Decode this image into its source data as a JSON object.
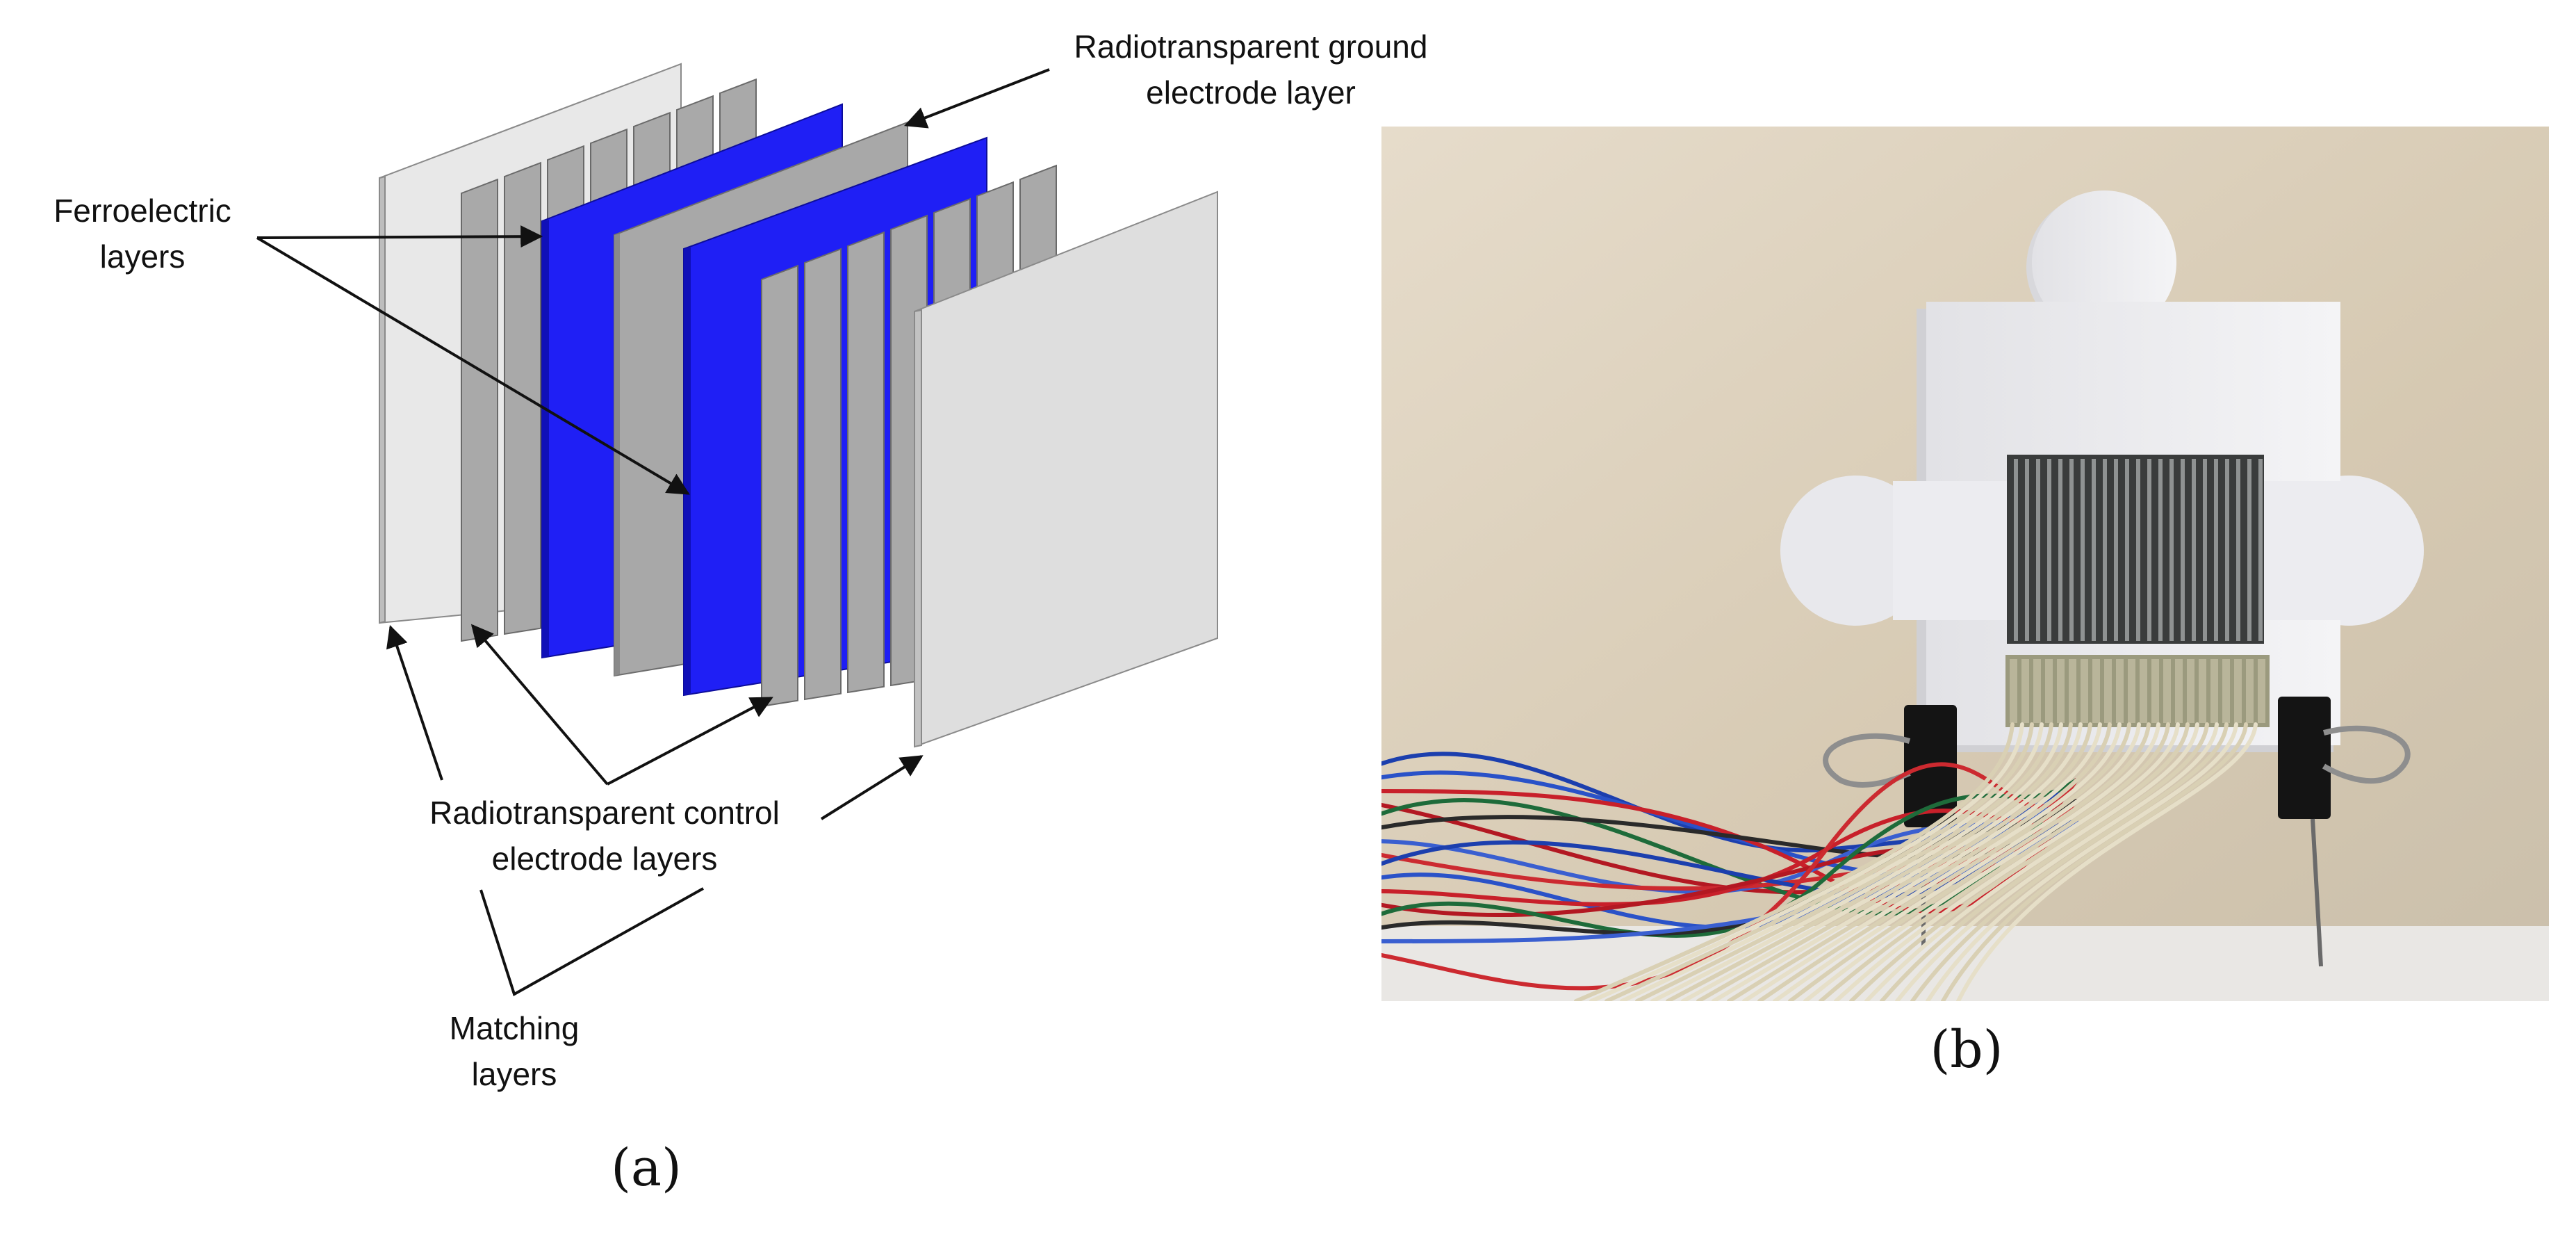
{
  "labels": {
    "ground_line1": "Radiotransparent ground",
    "ground_line2": "electrode layer",
    "ferro_line1": "Ferroelectric",
    "ferro_line2": "layers",
    "control_line1": "Radiotransparent control",
    "control_line2": "electrode layers",
    "matching_line1": "Matching",
    "matching_line2": "layers"
  },
  "captions": {
    "a": "(a)",
    "b": "(b)"
  },
  "colors": {
    "ferroelectric": "#1f1ff5",
    "electrode": "#a8a8a8",
    "matching": "#dcdcdc",
    "holder": "#ededf0",
    "grid": "#2a2c2c",
    "background_photo": "#d9cdb8"
  }
}
